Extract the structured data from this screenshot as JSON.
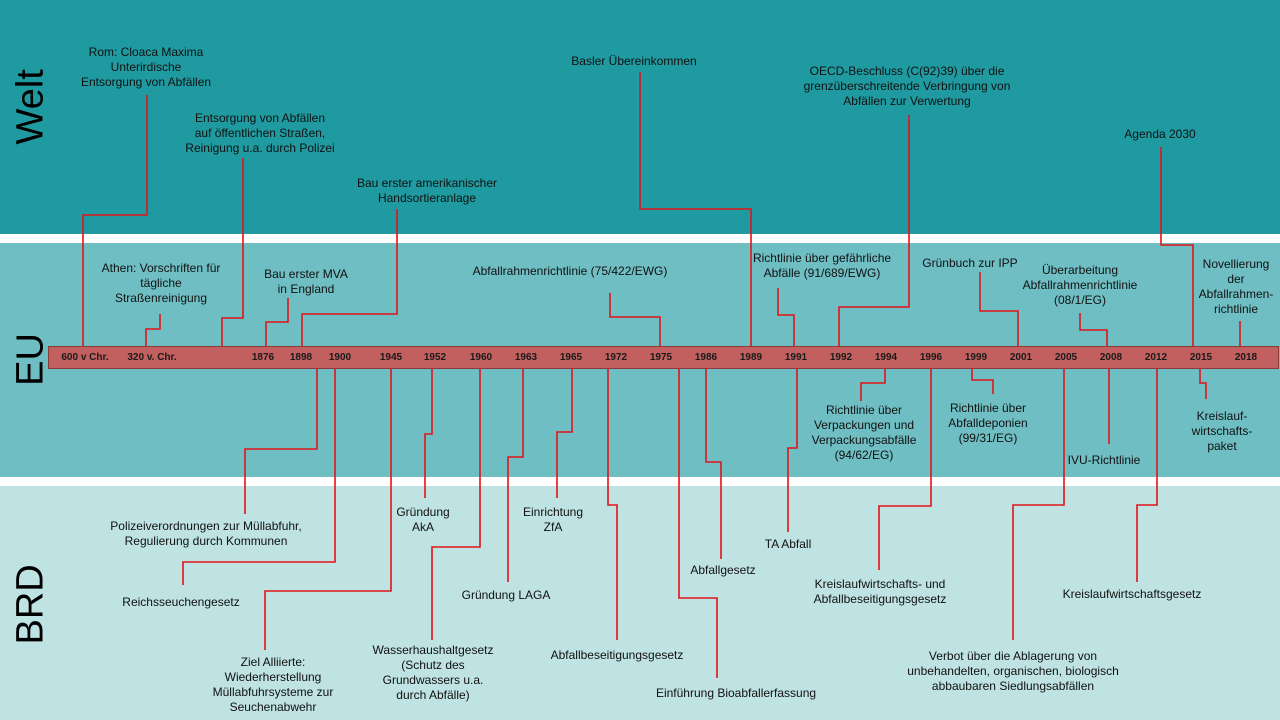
{
  "zones": {
    "welt": "Welt",
    "eu": "EU",
    "brd": "BRD"
  },
  "years": [
    "600 v Chr.",
    "320 v. Chr.",
    "1876",
    "1898",
    "1900",
    "1945",
    "1952",
    "1960",
    "1963",
    "1965",
    "1972",
    "1975",
    "1986",
    "1989",
    "1991",
    "1992",
    "1994",
    "1996",
    "1999",
    "2001",
    "2005",
    "2008",
    "2012",
    "2015",
    "2018"
  ],
  "events": {
    "welt": [
      "Rom: Cloaca Maxima\nUnterirdische\nEntsorgung von Abfällen",
      "Entsorgung von Abfällen\nauf öffentlichen Straßen,\nReinigung u.a. durch Polizei",
      "Bau erster amerikanischer\nHandsortieranlage",
      "Basler Übereinkommen",
      "OECD-Beschluss (C(92)39) über die\ngrenzüberschreitende Verbringung von\nAbfällen zur Verwertung",
      "Agenda 2030"
    ],
    "eu_top": [
      "Athen: Vorschriften für\ntägliche\nStraßenreinigung",
      "Bau erster MVA\nin England",
      "Abfallrahmenrichtlinie (75/422/EWG)",
      "Richtlinie über gefährliche\nAbfälle (91/689/EWG)",
      "Grünbuch zur IPP",
      "Überarbeitung\nAbfallrahmenrichtlinie\n(08/1/EG)",
      "Novellierung\nder\nAbfallrahmen-\nrichtlinie"
    ],
    "eu_bottom": [
      "Richtlinie über\nVerpackungen und\nVerpackungsabfälle\n(94/62/EG)",
      "Richtlinie über\nAbfalldeponien\n(99/31/EG)",
      "IVU-Richtlinie",
      "Kreislauf-\nwirtschafts-\npaket"
    ],
    "brd": [
      "Polizeiverordnungen zur Müllabfuhr,\nRegulierung durch Kommunen",
      "Reichsseuchengesetz",
      "Ziel Alliierte:\nWiederherstellung\nMüllabfuhrsysteme zur\nSeuchenabwehr",
      "Gründung\nAkA",
      "Wasserhaushaltgesetz\n(Schutz des\nGrundwassers u.a.\ndurch Abfälle)",
      "Gründung LAGA",
      "Einrichtung\nZfA",
      "Abfallbeseitigungsgesetz",
      "Abfallgesetz",
      "Einführung Bioabfallerfassung",
      "TA Abfall",
      "Kreislaufwirtschafts- und\nAbfallbeseitigungsgesetz",
      "Verbot über die Ablagerung von\nunbehandelten, organischen, biologisch\nabbaubaren Siedlungsabfällen",
      "Kreislaufwirtschaftsgesetz"
    ]
  },
  "colors": {
    "welt": "#1f9aa0",
    "eu": "#6fbec3",
    "brd": "#bfe2e3",
    "timeline": "#c25f5f",
    "connector": "#e0141b"
  }
}
